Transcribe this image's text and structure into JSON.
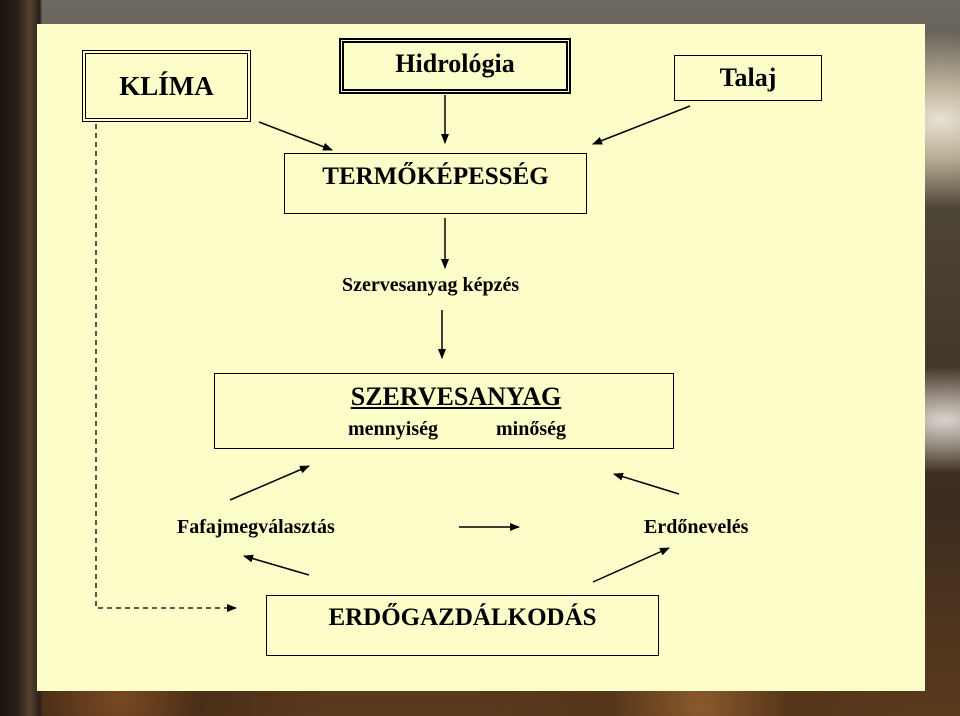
{
  "nodes": {
    "klima": "KLÍMA",
    "hidrologia": "Hidrológia",
    "talaj": "Talaj",
    "termokepesseg": "TERMŐKÉPESSÉG",
    "szervesanyag_kepzes": "Szervesanyag képzés",
    "szervesanyag": "SZERVESANYAG",
    "mennyiseg": "mennyiség",
    "minoseg": "minőség",
    "fafajmegvalasztas": "Fafajmegválasztás",
    "erdoneveles": "Erdőnevelés",
    "erdogazdalkodas": "ERDŐGAZDÁLKODÁS"
  },
  "colors": {
    "panel": "#fdfdc9",
    "ink": "#000000"
  }
}
